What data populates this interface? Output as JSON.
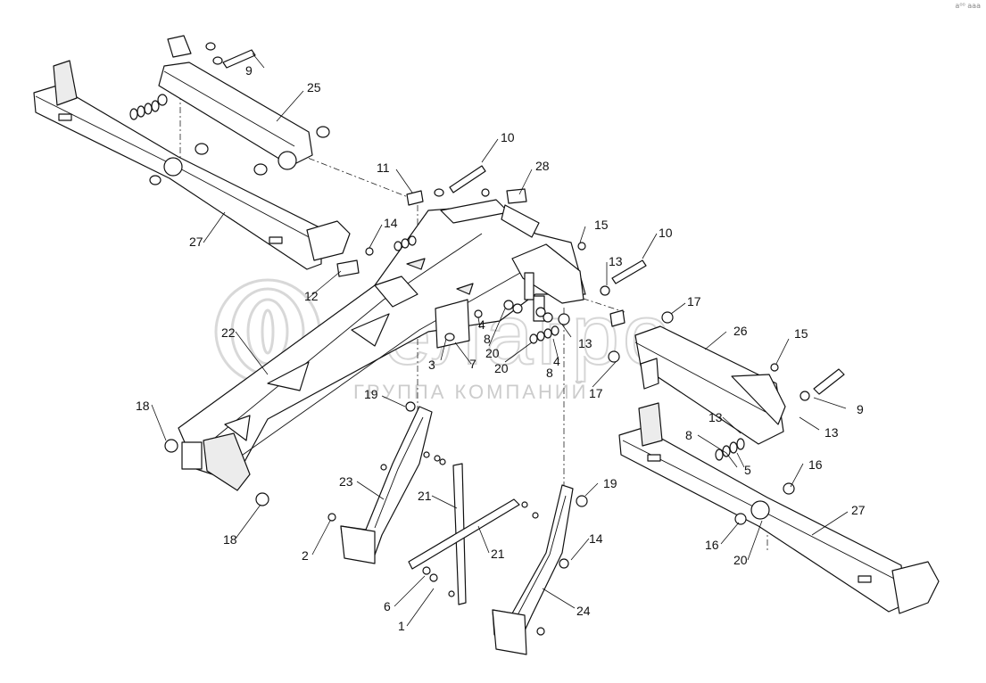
{
  "watermark": {
    "brand": "белагро",
    "subtitle": "ГРУППА КОМПАНИЙ"
  },
  "corner_mark": "а⁰⁰ ааа",
  "callouts": [
    {
      "id": "c9a",
      "text": "9"
    },
    {
      "id": "c25",
      "text": "25"
    },
    {
      "id": "c10a",
      "text": "10"
    },
    {
      "id": "c28",
      "text": "28"
    },
    {
      "id": "c11",
      "text": "11"
    },
    {
      "id": "c14a",
      "text": "14"
    },
    {
      "id": "c15a",
      "text": "15"
    },
    {
      "id": "c10b",
      "text": "10"
    },
    {
      "id": "c13a",
      "text": "13"
    },
    {
      "id": "c27a",
      "text": "27"
    },
    {
      "id": "c12",
      "text": "12"
    },
    {
      "id": "c17a",
      "text": "17"
    },
    {
      "id": "c22",
      "text": "22"
    },
    {
      "id": "c4a",
      "text": "4"
    },
    {
      "id": "c8a",
      "text": "8"
    },
    {
      "id": "c20a",
      "text": "20"
    },
    {
      "id": "c3",
      "text": "3"
    },
    {
      "id": "c7",
      "text": "7"
    },
    {
      "id": "c20b",
      "text": "20"
    },
    {
      "id": "c4b",
      "text": "4"
    },
    {
      "id": "c8b",
      "text": "8"
    },
    {
      "id": "c13b",
      "text": "13"
    },
    {
      "id": "c17b",
      "text": "17"
    },
    {
      "id": "c26",
      "text": "26"
    },
    {
      "id": "c15b",
      "text": "15"
    },
    {
      "id": "c9b",
      "text": "9"
    },
    {
      "id": "c13c",
      "text": "13"
    },
    {
      "id": "c19a",
      "text": "19"
    },
    {
      "id": "c18a",
      "text": "18"
    },
    {
      "id": "c13d",
      "text": "13"
    },
    {
      "id": "c8c",
      "text": "8"
    },
    {
      "id": "c5",
      "text": "5"
    },
    {
      "id": "c16a",
      "text": "16"
    },
    {
      "id": "c23",
      "text": "23"
    },
    {
      "id": "c21a",
      "text": "21"
    },
    {
      "id": "c19b",
      "text": "19"
    },
    {
      "id": "c27b",
      "text": "27"
    },
    {
      "id": "c18b",
      "text": "18"
    },
    {
      "id": "c2",
      "text": "2"
    },
    {
      "id": "c21b",
      "text": "21"
    },
    {
      "id": "c14b",
      "text": "14"
    },
    {
      "id": "c16b",
      "text": "16"
    },
    {
      "id": "c20c",
      "text": "20"
    },
    {
      "id": "c6",
      "text": "6"
    },
    {
      "id": "c1",
      "text": "1"
    },
    {
      "id": "c24",
      "text": "24"
    }
  ]
}
